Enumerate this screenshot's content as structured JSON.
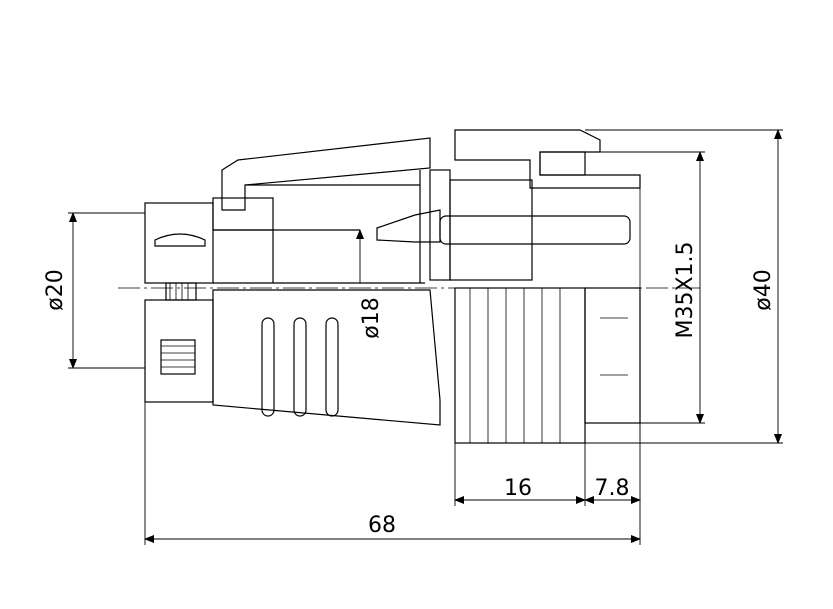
{
  "dimensions": {
    "phi20": "ø20",
    "phi18": "ø18",
    "thread": "M35X1.5",
    "phi40": "ø40",
    "len16": "16",
    "len7_8": "7.8",
    "len68": "68"
  }
}
